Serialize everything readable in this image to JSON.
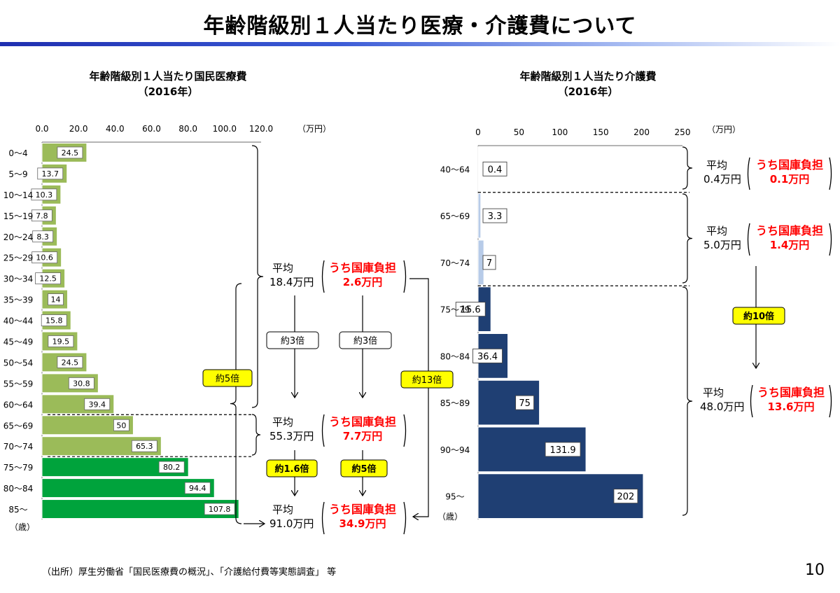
{
  "page_title": "年齢階級別１人当たり医療・介護費について",
  "source_note": "（出所）厚生労働省「国民医療費の概況」、「介護給付費等実態調査」 等",
  "page_number": "10",
  "colors": {
    "medical_light": "#9bbb59",
    "medical_dark": "#00a33c",
    "care_light": "#b7cbe8",
    "care_dark": "#1f3f73",
    "highlight_red": "#ff0000",
    "badge_yellow": "#ffff00"
  },
  "chart_data": [
    {
      "type": "bar",
      "orientation": "horizontal",
      "title": "年齢階級別１人当たり国民医療費",
      "subtitle": "（2016年）",
      "unit_label": "（万円）",
      "ylabel": "（歳）",
      "xlim": [
        0,
        120
      ],
      "xticks": [
        "0.0",
        "20.0",
        "40.0",
        "60.0",
        "80.0",
        "100.0",
        "120.0"
      ],
      "categories": [
        "0～4",
        "5～9",
        "10～14",
        "15～19",
        "20～24",
        "25～29",
        "30～34",
        "35～39",
        "40～44",
        "45～49",
        "50～54",
        "55～59",
        "60～64",
        "65～69",
        "70～74",
        "75～79",
        "80～84",
        "85～"
      ],
      "values": [
        24.5,
        13.7,
        10.3,
        7.8,
        8.3,
        10.6,
        12.5,
        14.0,
        15.8,
        19.5,
        24.5,
        30.8,
        39.4,
        50.0,
        65.3,
        80.2,
        94.4,
        107.8
      ],
      "groups": [
        {
          "avg_label": "平均",
          "avg_value": "18.4万円",
          "subsidy_label": "うち国庫負担",
          "subsidy_value": "2.6万円"
        },
        {
          "avg_label": "平均",
          "avg_value": "55.3万円",
          "subsidy_label": "うち国庫負担",
          "subsidy_value": "7.7万円"
        },
        {
          "avg_label": "平均",
          "avg_value": "91.0万円",
          "subsidy_label": "うち国庫負担",
          "subsidy_value": "34.9万円"
        }
      ],
      "ratios": {
        "avg_1_2": "約3倍",
        "subsidy_1_2": "約3倍",
        "avg_2_3": "約1.6倍",
        "subsidy_2_3": "約5倍",
        "avg_1_3": "約5倍",
        "subsidy_1_3": "約13倍"
      }
    },
    {
      "type": "bar",
      "orientation": "horizontal",
      "title": "年齢階級別１人当たり介護費",
      "subtitle": "（2016年）",
      "unit_label": "（万円）",
      "ylabel": "（歳）",
      "xlim": [
        0,
        250
      ],
      "xticks": [
        "0",
        "50",
        "100",
        "150",
        "200",
        "250"
      ],
      "categories": [
        "40～64",
        "65～69",
        "70～74",
        "75～79",
        "80～84",
        "85～89",
        "90～94",
        "95～"
      ],
      "values": [
        0.4,
        3.3,
        7.0,
        15.6,
        36.4,
        75.0,
        131.9,
        202.0
      ],
      "groups": [
        {
          "avg_label": "平均",
          "avg_value": "0.4万円",
          "subsidy_label": "うち国庫負担",
          "subsidy_value": "0.1万円"
        },
        {
          "avg_label": "平均",
          "avg_value": "5.0万円",
          "subsidy_label": "うち国庫負担",
          "subsidy_value": "1.4万円"
        },
        {
          "avg_label": "平均",
          "avg_value": "48.0万円",
          "subsidy_label": "うち国庫負担",
          "subsidy_value": "13.6万円"
        }
      ],
      "ratio": "約10倍"
    }
  ]
}
